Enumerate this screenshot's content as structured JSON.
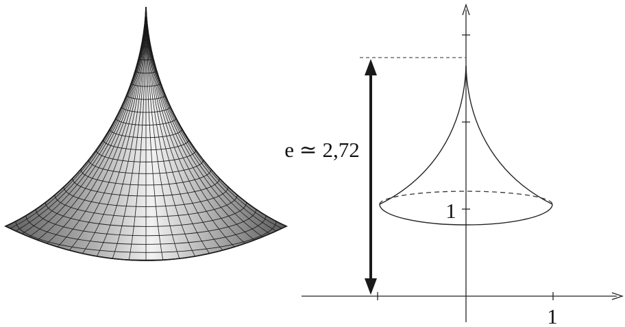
{
  "diagram": {
    "height_label": "e ≃ 2,72",
    "y_tick_label": "1",
    "x_tick_label": "1",
    "colors": {
      "ink": "#1a1a1a",
      "surface_dark": "#6f6f6f",
      "surface_mid": "#a9a9a9",
      "surface_light": "#e6e6e6",
      "background": "#ffffff"
    }
  }
}
